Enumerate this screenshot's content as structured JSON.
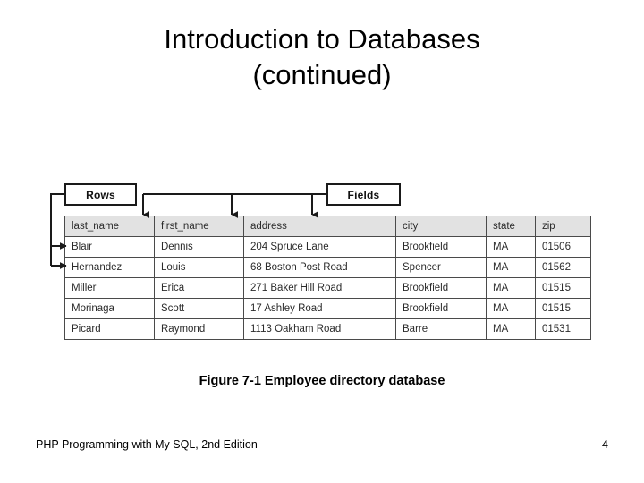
{
  "slide": {
    "title": "Introduction to Databases\n(continued)",
    "caption": "Figure 7-1 Employee directory database",
    "footer": {
      "text": "PHP Programming with My SQL, 2nd Edition",
      "page_number": "4"
    }
  },
  "figure": {
    "callouts": {
      "rows_label": "Rows",
      "fields_label": "Fields"
    },
    "table": {
      "columns": [
        "last_name",
        "first_name",
        "address",
        "city",
        "state",
        "zip"
      ],
      "rows": [
        [
          "Blair",
          "Dennis",
          "204 Spruce Lane",
          "Brookfield",
          "MA",
          "01506"
        ],
        [
          "Hernandez",
          "Louis",
          "68 Boston Post Road",
          "Spencer",
          "MA",
          "01562"
        ],
        [
          "Miller",
          "Erica",
          "271 Baker Hill Road",
          "Brookfield",
          "MA",
          "01515"
        ],
        [
          "Morinaga",
          "Scott",
          "17 Ashley Road",
          "Brookfield",
          "MA",
          "01515"
        ],
        [
          "Picard",
          "Raymond",
          "1113 Oakham Road",
          "Barre",
          "MA",
          "01531"
        ]
      ]
    },
    "colors": {
      "header_fill": "#e2e2e2",
      "grid_line": "#4a4a4a",
      "callout_border": "#1a1a1a",
      "connector": "#1a1a1a",
      "background": "#ffffff"
    }
  }
}
